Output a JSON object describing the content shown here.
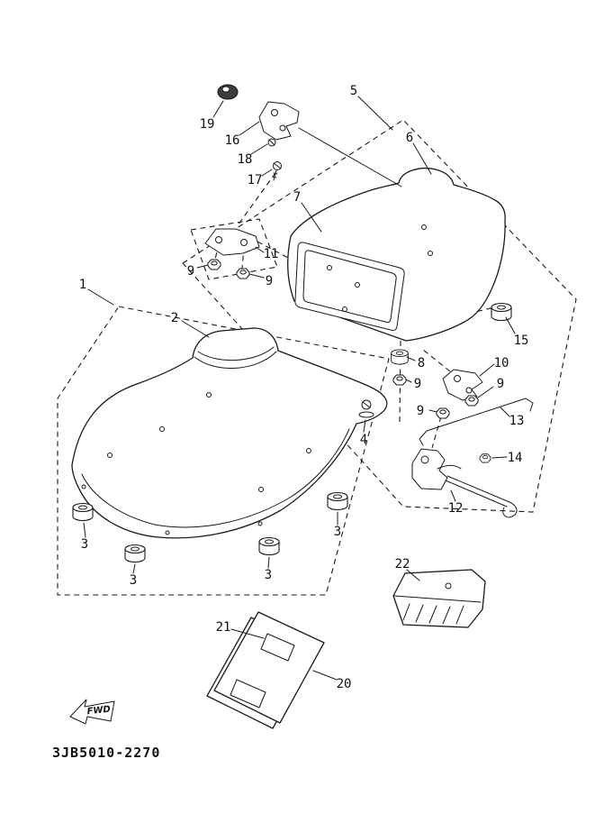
{
  "diagram": {
    "part_code": "3JB5010-2270",
    "fwd_label": "FWD"
  },
  "callouts": [
    {
      "label": "1"
    },
    {
      "label": "2"
    },
    {
      "label": "3"
    },
    {
      "label": "3"
    },
    {
      "label": "3"
    },
    {
      "label": "3"
    },
    {
      "label": "4"
    },
    {
      "label": "5"
    },
    {
      "label": "6"
    },
    {
      "label": "7"
    },
    {
      "label": "8"
    },
    {
      "label": "9"
    },
    {
      "label": "9"
    },
    {
      "label": "9"
    },
    {
      "label": "9"
    },
    {
      "label": "9"
    },
    {
      "label": "10"
    },
    {
      "label": "11"
    },
    {
      "label": "12"
    },
    {
      "label": "13"
    },
    {
      "label": "14"
    },
    {
      "label": "15"
    },
    {
      "label": "16"
    },
    {
      "label": "17"
    },
    {
      "label": "18"
    },
    {
      "label": "19"
    },
    {
      "label": "20"
    },
    {
      "label": "21"
    },
    {
      "label": "22"
    }
  ]
}
